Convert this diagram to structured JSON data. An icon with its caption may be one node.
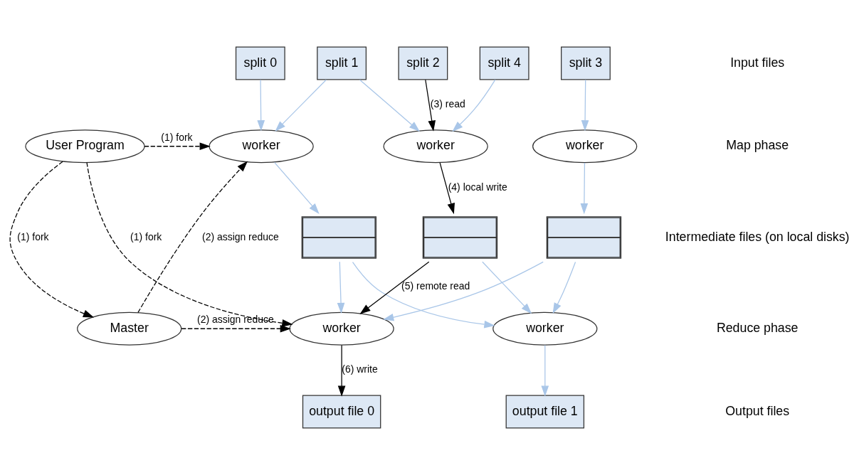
{
  "diagram": {
    "nodes": [
      {
        "text": [
          "split 0"
        ]
      },
      {
        "text": [
          "split 1"
        ]
      },
      {
        "text": [
          "split 2"
        ]
      },
      {
        "text": [
          "split 3"
        ]
      },
      {
        "text": [
          "split 4"
        ]
      },
      {
        "text": [
          "worker"
        ]
      },
      {
        "text": [
          "worker"
        ]
      },
      {
        "text": [
          "worker"
        ]
      },
      {
        "text": [
          "User Program"
        ]
      },
      {
        "text": [],
        "shape": "box"
      },
      {
        "text": [],
        "shape": "box"
      },
      {
        "text": [],
        "shape": "box"
      },
      {
        "text": [
          "Master"
        ]
      },
      {
        "text": [
          "worker"
        ]
      },
      {
        "text": [
          "worker"
        ]
      },
      {
        "text": [
          "output file 0"
        ]
      },
      {
        "text": [
          "output file 1"
        ]
      }
    ],
    "edges": [
      {
        "from": 0,
        "to": 5,
        "arrow": "to"
      },
      {
        "from": 1,
        "to": 5,
        "arrow": "to"
      },
      {
        "from": 1,
        "to": 6,
        "arrow": "to"
      },
      {
        "from": 2,
        "to": 6,
        "arrow": "to",
        "label": "(3) read",
        "color": "#000000"
      },
      {
        "from": 4,
        "to": 6,
        "arrow": "to"
      },
      {
        "from": 3,
        "to": 7,
        "arrow": "to"
      },
      {
        "from": 8,
        "to": 5,
        "arrow": "to",
        "label": "(1) fork",
        "style": "dashed",
        "color": "#000000"
      },
      {
        "from": 8,
        "to": 13,
        "arrow": "to",
        "label": "(1) fork",
        "style": "dashed",
        "color": "#000000"
      },
      {
        "from": 8,
        "to": 12,
        "arrow": "to",
        "label": "(1) fork",
        "style": "dashed",
        "color": "#000000"
      },
      {
        "from": 12,
        "to": 5,
        "arrow": "to",
        "label": "(2) assign reduce",
        "style": "dashed",
        "color": "#000000"
      },
      {
        "from": 12,
        "to": 13,
        "arrow": "to",
        "label": "(2) assign reduce",
        "style": "dashed",
        "color": "#000000"
      },
      {
        "from": 5,
        "to": 9,
        "arrow": "to"
      },
      {
        "from": 6,
        "to": 10,
        "arrow": "to",
        "label": "(4) local write",
        "color": "#000000"
      },
      {
        "from": 7,
        "to": 11,
        "arrow": "to"
      },
      {
        "from": 9,
        "to": 13,
        "arrow": "to"
      },
      {
        "from": 9,
        "to": 14,
        "arrow": "to"
      },
      {
        "from": 10,
        "to": 13,
        "arrow": "to",
        "label": "(5) remote read",
        "color": "#000000"
      },
      {
        "from": 10,
        "to": 14,
        "arrow": "to"
      },
      {
        "from": 11,
        "to": 13,
        "arrow": "to"
      },
      {
        "from": 11,
        "to": 14,
        "arrow": "to"
      },
      {
        "from": 13,
        "to": 15,
        "arrow": "to",
        "label": "(6) write",
        "color": "#000000"
      },
      {
        "from": 14,
        "to": 16,
        "arrow": "to"
      }
    ],
    "labels": [
      "Input files",
      "Map phase",
      "Intermediate files (on local disks)",
      "Reduce phase",
      "Output files"
    ]
  }
}
